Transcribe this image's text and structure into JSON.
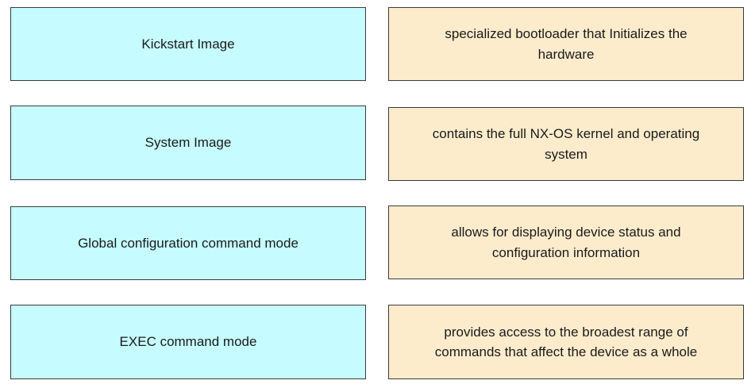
{
  "terms": [
    "Kickstart Image",
    "System Image",
    "Global configuration command mode",
    "EXEC command mode"
  ],
  "definitions": [
    "specialized bootloader that Initializes the hardware",
    "contains the full NX-OS kernel and operating system",
    "allows for displaying device status and configuration information",
    "provides access to the broadest range of commands that affect the device as a whole"
  ],
  "colors": {
    "term_fill": "#c6fcff",
    "definition_fill": "#fdeccc",
    "border": "#3a3a3a"
  }
}
